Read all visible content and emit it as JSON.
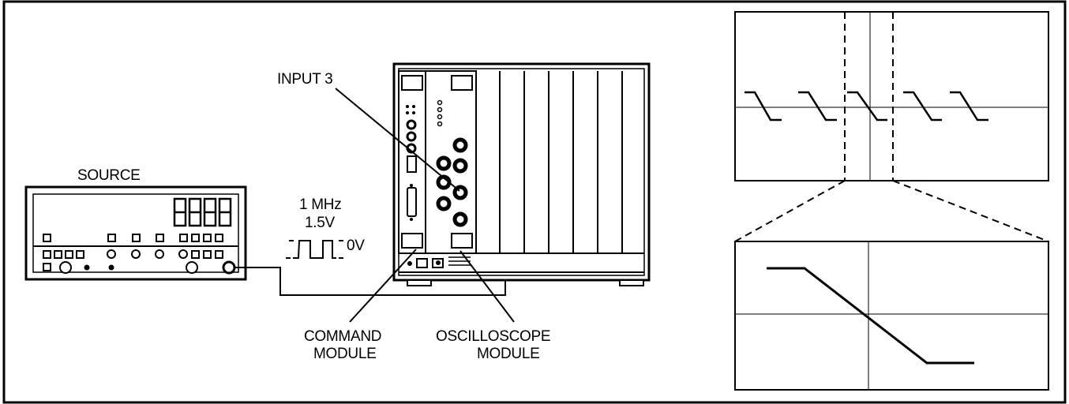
{
  "labels": {
    "source": "SOURCE",
    "input": "INPUT 3",
    "frequency": "1 MHz",
    "amplitude": "1.5V",
    "baseline": "0V",
    "command_line1": "COMMAND",
    "command_line2": "MODULE",
    "scope_line1": "OSCILLOSCOPE",
    "scope_line2": "MODULE"
  },
  "colors": {
    "ink": "#000000",
    "paper": "#ffffff"
  }
}
